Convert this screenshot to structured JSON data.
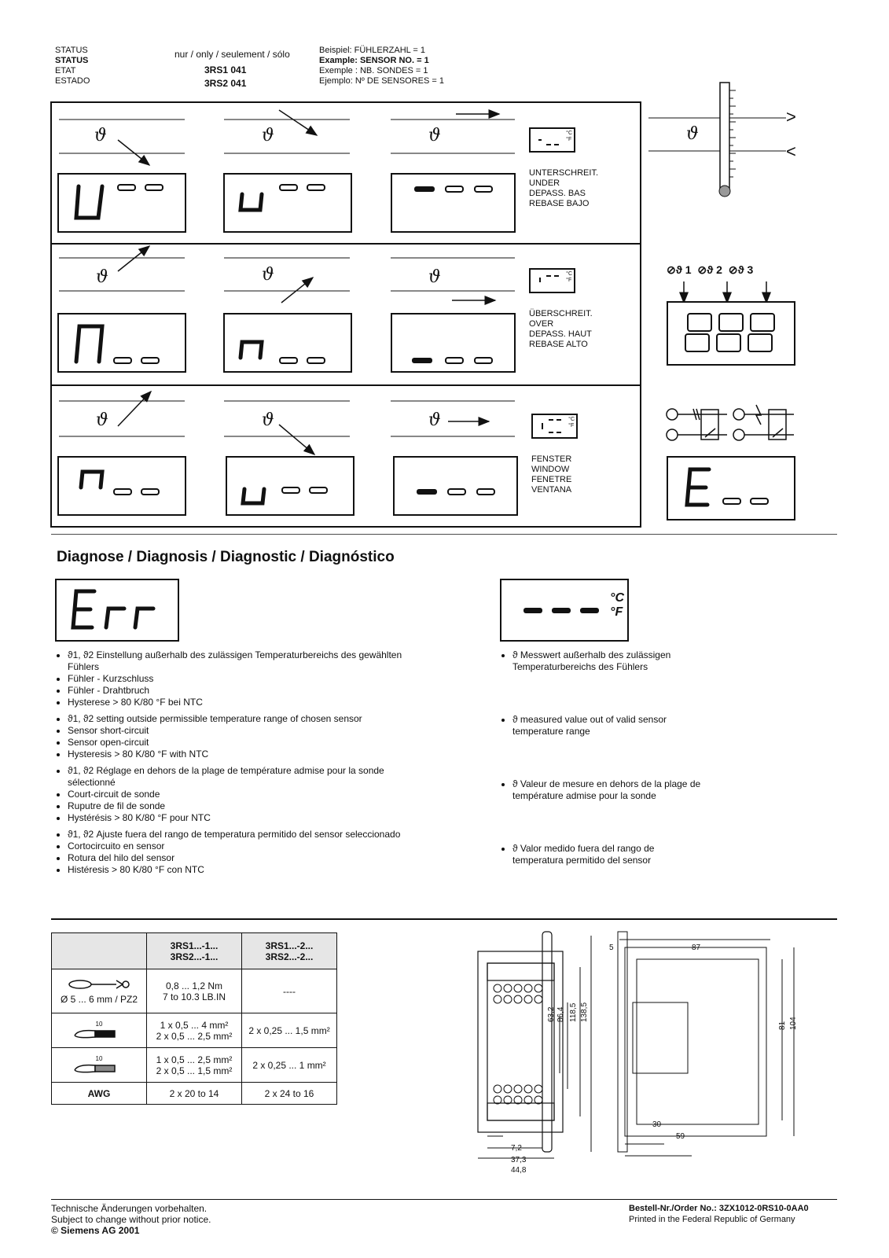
{
  "header": {
    "status": [
      "STATUS",
      "STATUS",
      "ETAT",
      "ESTADO"
    ],
    "only_label": "nur / only / seulement / sólo",
    "models": [
      "3RS1 041",
      "3RS2 041"
    ],
    "example": [
      "Beispiel: FÜHLERZAHL = 1",
      "Example: SENSOR NO. = 1",
      "Exemple : NB. SONDES = 1",
      "Ejemplo: Nº DE SENSORES = 1"
    ]
  },
  "theta": "ϑ",
  "status_grid": {
    "row1_label": [
      "UNTERSCHREIT.",
      "UNDER",
      "DEPASS. BAS",
      "REBASE BAJO"
    ],
    "row2_label": [
      "ÜBERSCHREIT.",
      "OVER",
      "DEPASS. HAUT",
      "REBASE ALTO"
    ],
    "row3_label": [
      "FENSTER",
      "WINDOW",
      "FENETRE",
      "VENTANA"
    ],
    "unit_c": "°C",
    "unit_f": "°F"
  },
  "side": {
    "gt": ">",
    "lt": "<",
    "sensors": [
      "1",
      "2",
      "3"
    ]
  },
  "diagnosis": {
    "title": "Diagnose / Diagnosis / Diagnostic / Diagnóstico",
    "left": [
      [
        "ϑ1, ϑ2 Einstellung außerhalb des zulässigen Temperaturbereichs des gewählten Fühlers",
        "Fühler - Kurzschluss",
        "Fühler - Drahtbruch",
        "Hysterese > 80 K/80 °F bei NTC"
      ],
      [
        "ϑ1, ϑ2 setting outside permissible temperature range of chosen sensor",
        "Sensor short-circuit",
        "Sensor open-circuit",
        "Hysteresis > 80 K/80 °F with NTC"
      ],
      [
        "ϑ1, ϑ2 Réglage en dehors de la plage de température admise pour la sonde sélectionné",
        "Court-circuit de sonde",
        "Ruputre de fil de sonde",
        "Hystérésis > 80 K/80 °F pour NTC"
      ],
      [
        "ϑ1, ϑ2 Ajuste fuera del rango de temperatura permitido del sensor seleccionado",
        "Cortocircuito en sensor",
        "Rotura del hilo del sensor",
        "Histéresis > 80 K/80 °F con NTC"
      ]
    ],
    "right": [
      "ϑ Messwert außerhalb des zulässigen Temperaturbereichs des Fühlers",
      "ϑ measured value out of valid sensor temperature range",
      "ϑ Valeur de mesure en dehors de la plage de température admise pour la sonde",
      "ϑ Valor medido fuera del rango de temperatura permitido del sensor"
    ]
  },
  "spec_table": {
    "col1": [
      "3RS1...-1...",
      "3RS2...-1..."
    ],
    "col2": [
      "3RS1...-2...",
      "3RS2...-2..."
    ],
    "rows": [
      {
        "label": "Ø 5 ... 6 mm / PZ2",
        "c1": [
          "0,8 ... 1,2 Nm",
          "7 to 10.3 LB.IN"
        ],
        "c2": [
          "----"
        ]
      },
      {
        "label": "10",
        "c1": [
          "1 x 0,5 ... 4 mm²",
          "2 x 0,5 ... 2,5 mm²"
        ],
        "c2": [
          "2 x 0,25 ... 1,5 mm²"
        ]
      },
      {
        "label": "10",
        "c1": [
          "1 x 0,5 ... 2,5 mm²",
          "2 x 0,5 ... 1,5 mm²"
        ],
        "c2": [
          "2 x 0,25 ... 1 mm²"
        ]
      },
      {
        "label": "AWG",
        "c1": [
          "2 x 20 to 14"
        ],
        "c2": [
          "2 x 24 to 16"
        ]
      }
    ]
  },
  "dimensions": {
    "front": [
      "63,2",
      "86,4",
      "118,5",
      "138,5",
      "7,2",
      "37,3",
      "44,8"
    ],
    "side": [
      "5",
      "87",
      "81",
      "104",
      "30",
      "59"
    ]
  },
  "footer": {
    "left": [
      "Technische Änderungen vorbehalten.",
      "Subject to change without prior notice.",
      "© Siemens AG 2001"
    ],
    "order": "Bestell-Nr./Order No.: 3ZX1012-0RS10-0AA0",
    "printed": "Printed in the Federal Republic of Germany"
  }
}
